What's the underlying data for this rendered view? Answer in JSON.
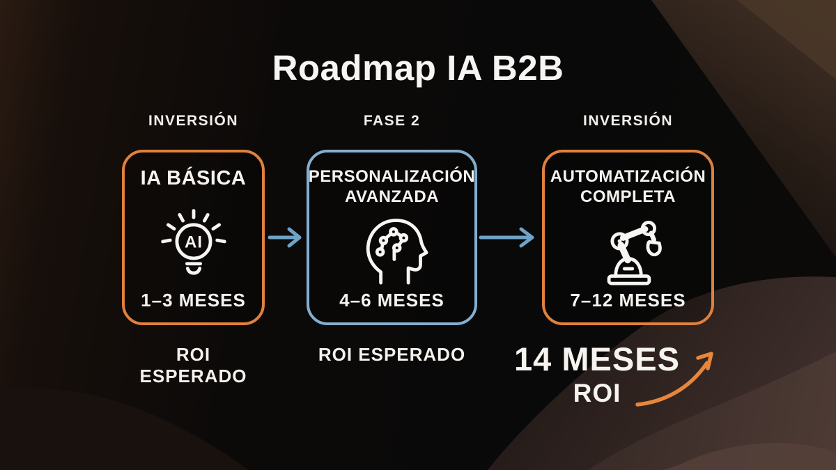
{
  "title": "Roadmap IA B2B",
  "colors": {
    "background": "#0B0A09",
    "text": "#F6F3EF",
    "orange": "#E0813E",
    "blue": "#84AECF",
    "connector_blue": "#6FA3C8",
    "roi_arrow_orange": "#E8863C"
  },
  "phases": [
    {
      "top_label": "INVERSIÓN",
      "name": "IA BÁSICA",
      "duration": "1–3 MESES",
      "icon": "ai-lightbulb-icon",
      "border_color": "#E0813E"
    },
    {
      "top_label": "FASE 2",
      "name": "PERSONALIZACIÓN\nAVANZADA",
      "duration": "4–6 MESES",
      "icon": "head-circuit-icon",
      "border_color": "#84AECF"
    },
    {
      "top_label": "INVERSIÓN",
      "name": "AUTOMATIZACIÓN\nCOMPLETA",
      "duration": "7–12 MESES",
      "icon": "robot-arm-icon",
      "border_color": "#E0813E"
    }
  ],
  "roi_labels": [
    "ROI ESPERADO",
    "ROI ESPERADO"
  ],
  "roi_callout": {
    "value": "14 MESES",
    "label": "ROI"
  }
}
